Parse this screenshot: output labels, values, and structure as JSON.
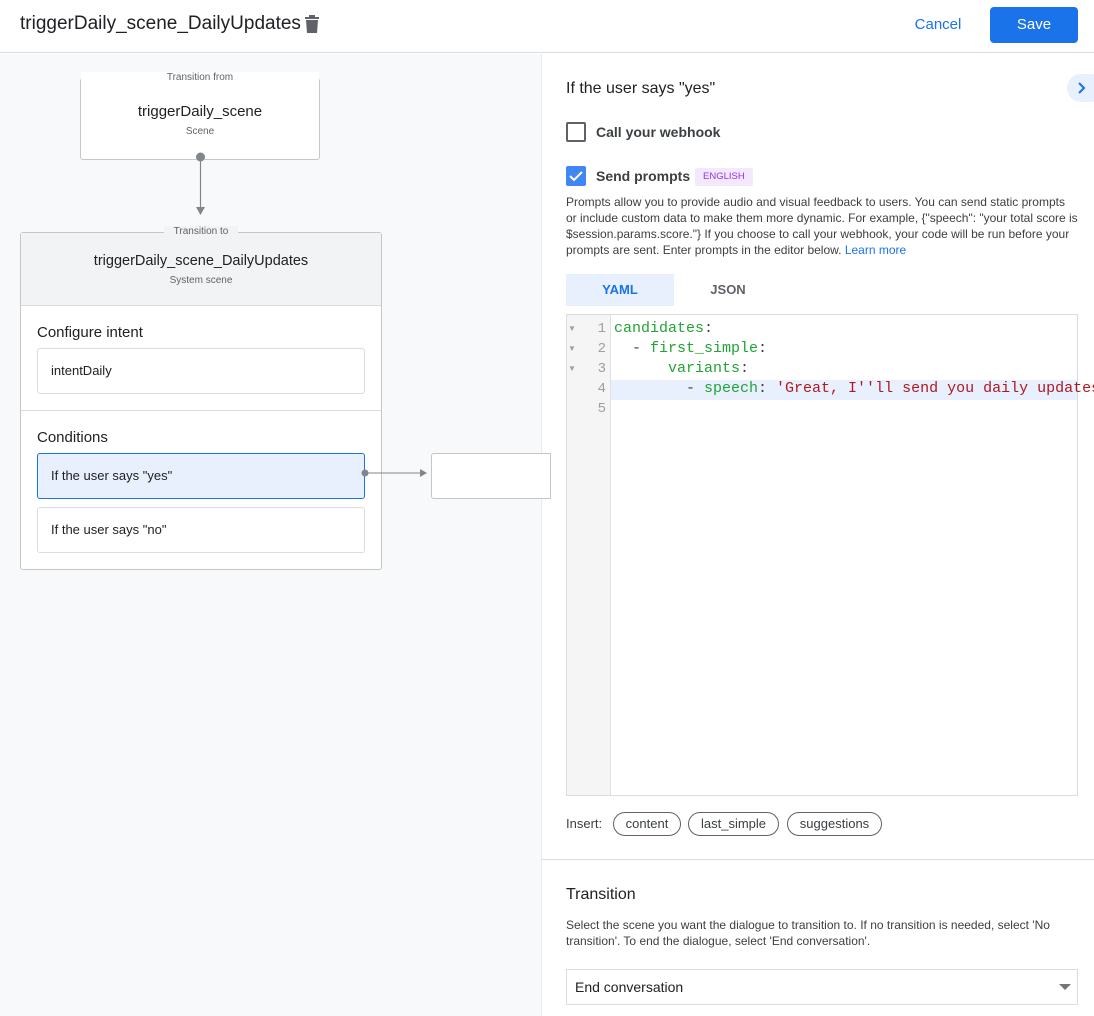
{
  "header": {
    "title": "triggerDaily_scene_DailyUpdates",
    "cancel_label": "Cancel",
    "save_label": "Save"
  },
  "flow": {
    "from": {
      "legend": "Transition from",
      "name": "triggerDaily_scene",
      "type": "Scene"
    },
    "to": {
      "legend": "Transition to",
      "name": "triggerDaily_scene_DailyUpdates",
      "type": "System scene",
      "configure_intent_label": "Configure intent",
      "intent": "intentDaily",
      "conditions_label": "Conditions",
      "conditions": [
        "If the user says \"yes\"",
        "If the user says \"no\""
      ]
    }
  },
  "panel": {
    "heading": "If the user says \"yes\"",
    "webhook_label": "Call your webhook",
    "webhook_checked": false,
    "prompts_label": "Send prompts",
    "prompts_checked": true,
    "language_badge": "ENGLISH",
    "description": "Prompts allow you to provide audio and visual feedback to users. You can send static prompts or include custom data to make them more dynamic. For example, {\"speech\": \"your total score is $session.params.score.\"} If you choose to call your webhook, your code will be run before your prompts are sent. Enter prompts in the editor below.",
    "learn_more": "Learn more",
    "tabs": [
      {
        "label": "YAML",
        "active": true
      },
      {
        "label": "JSON",
        "active": false
      }
    ],
    "code": {
      "lines": [
        {
          "n": "1",
          "indent": "",
          "key": "candidates",
          "sep": ":",
          "value": ""
        },
        {
          "n": "2",
          "indent": "  - ",
          "key": "first_simple",
          "sep": ":",
          "value": ""
        },
        {
          "n": "3",
          "indent": "      ",
          "key": "variants",
          "sep": ":",
          "value": ""
        },
        {
          "n": "4",
          "indent": "        - ",
          "key": "speech",
          "sep": ": ",
          "value": "'Great, I''ll send you daily updates."
        },
        {
          "n": "5",
          "indent": "",
          "key": "",
          "sep": "",
          "value": ""
        }
      ]
    },
    "insert_label": "Insert:",
    "insert_chips": [
      "content",
      "last_simple",
      "suggestions"
    ],
    "transition": {
      "title": "Transition",
      "description": "Select the scene you want the dialogue to transition to. If no transition is needed, select 'No transition'. To end the dialogue, select 'End conversation'.",
      "selected": "End conversation"
    }
  },
  "colors": {
    "accent": "#1a73e8",
    "badge_bg": "#f3e8fd",
    "badge_text": "#9334e6",
    "selected_bg": "#e8f0fe"
  }
}
